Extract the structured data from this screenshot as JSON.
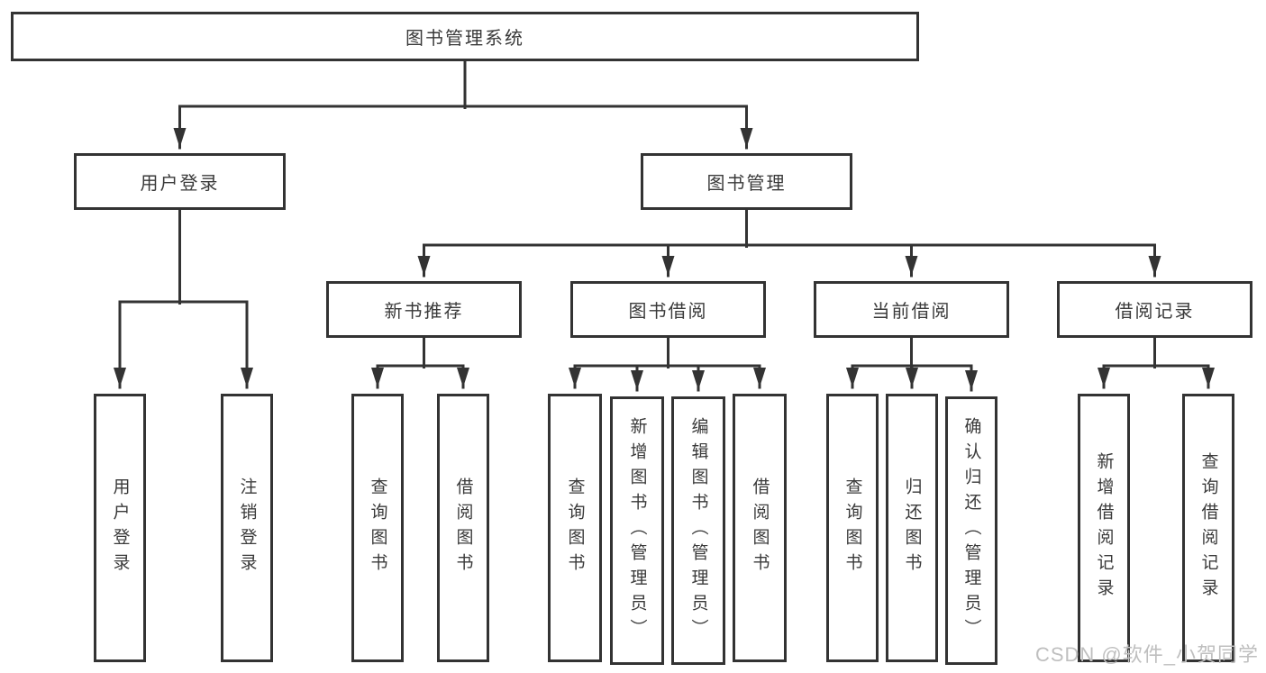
{
  "diagram": {
    "root": {
      "label": "图书管理系统"
    },
    "branches": [
      {
        "label": "用户登录",
        "leaves": [
          {
            "label": "用户登录"
          },
          {
            "label": "注销登录"
          }
        ]
      },
      {
        "label": "图书管理",
        "groups": [
          {
            "label": "新书推荐",
            "leaves": [
              {
                "label": "查询图书"
              },
              {
                "label": "借阅图书"
              }
            ]
          },
          {
            "label": "图书借阅",
            "leaves": [
              {
                "label": "查询图书"
              },
              {
                "label": "新增图书（管理员）"
              },
              {
                "label": "编辑图书（管理员）"
              },
              {
                "label": "借阅图书"
              }
            ]
          },
          {
            "label": "当前借阅",
            "leaves": [
              {
                "label": "查询图书"
              },
              {
                "label": "归还图书"
              },
              {
                "label": "确认归还（管理员）"
              }
            ]
          },
          {
            "label": "借阅记录",
            "leaves": [
              {
                "label": "新增借阅记录"
              },
              {
                "label": "查询借阅记录"
              }
            ]
          }
        ]
      }
    ]
  },
  "watermark": {
    "text": "CSDN @软件_小贺同学"
  },
  "colors": {
    "line": "#333333",
    "box_border": "#333333",
    "box_background": "#ffffff",
    "text": "#3a3a3a",
    "watermark": "#bfbfbf",
    "background": "#ffffff"
  }
}
